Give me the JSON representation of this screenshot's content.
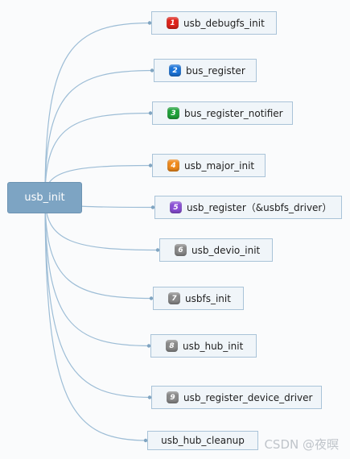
{
  "root": {
    "label": "usb_init"
  },
  "nodes": [
    {
      "label": "usb_debugfs_init",
      "badge": "1",
      "badge_color": "#e0241b"
    },
    {
      "label": "bus_register",
      "badge": "2",
      "badge_color": "#1c74d9"
    },
    {
      "label": "bus_register_notifier",
      "badge": "3",
      "badge_color": "#1fa33a"
    },
    {
      "label": "usb_major_init",
      "badge": "4",
      "badge_color": "#f08a1c"
    },
    {
      "label": "usb_register（&usbfs_driver）",
      "badge": "5",
      "badge_color": "#8a4fd6"
    },
    {
      "label": "usb_devio_init",
      "badge": "6",
      "badge_color": "#8a8a8a"
    },
    {
      "label": "usbfs_init",
      "badge": "7",
      "badge_color": "#8a8a8a"
    },
    {
      "label": "usb_hub_init",
      "badge": "8",
      "badge_color": "#8a8a8a"
    },
    {
      "label": "usb_register_device_driver",
      "badge": "9",
      "badge_color": "#8a8a8a"
    },
    {
      "label": "usb_hub_cleanup",
      "badge": "",
      "badge_color": ""
    }
  ],
  "line_color": "#9dbdd6",
  "watermark": "CSDN @夜暝"
}
